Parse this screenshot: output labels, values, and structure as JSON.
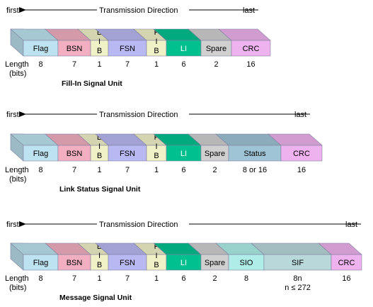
{
  "direction_label": "Transmission Direction",
  "first_label": "first",
  "last_label": "last",
  "length_label": "Length",
  "bits_label": "(bits)",
  "colors": {
    "flag": "#BDE3F0",
    "bsn": "#F2AFC1",
    "bib": "#F1F1C8",
    "fsn": "#B8B8F2",
    "fib": "#F1F1C8",
    "li": "#00C08F",
    "spare": "#D0D0D0",
    "status": "#9FC4D6",
    "sio": "#AEEDE8",
    "sif": "#B9D8DA",
    "crc": "#EEB2EE",
    "border": "#8080A0"
  },
  "units": [
    {
      "caption": "Fill-In Signal Unit",
      "fields": [
        {
          "key": "flag",
          "label": "Flag",
          "length": "8"
        },
        {
          "key": "bsn",
          "label": "BSN",
          "length": "7"
        },
        {
          "key": "bib",
          "label": "B I B",
          "length": "1"
        },
        {
          "key": "fsn",
          "label": "FSN",
          "length": "7"
        },
        {
          "key": "fib",
          "label": "F I B",
          "length": "1"
        },
        {
          "key": "li",
          "label": "LI",
          "length": "6"
        },
        {
          "key": "spare",
          "label": "Spare",
          "length": "2"
        },
        {
          "key": "crc",
          "label": "CRC",
          "length": "16"
        }
      ]
    },
    {
      "caption": "Link Status Signal Unit",
      "fields": [
        {
          "key": "flag",
          "label": "Flag",
          "length": "8"
        },
        {
          "key": "bsn",
          "label": "BSN",
          "length": "7"
        },
        {
          "key": "bib",
          "label": "B I B",
          "length": "1"
        },
        {
          "key": "fsn",
          "label": "FSN",
          "length": "7"
        },
        {
          "key": "fib",
          "label": "F I B",
          "length": "1"
        },
        {
          "key": "li",
          "label": "LI",
          "length": "6"
        },
        {
          "key": "spare",
          "label": "Spare",
          "length": "2"
        },
        {
          "key": "status",
          "label": "Status",
          "length": "8 or 16"
        },
        {
          "key": "crc",
          "label": "CRC",
          "length": "16"
        }
      ]
    },
    {
      "caption": "Message Signal Unit",
      "fields": [
        {
          "key": "flag",
          "label": "Flag",
          "length": "8"
        },
        {
          "key": "bsn",
          "label": "BSN",
          "length": "7"
        },
        {
          "key": "bib",
          "label": "B I B",
          "length": "1"
        },
        {
          "key": "fsn",
          "label": "FSN",
          "length": "7"
        },
        {
          "key": "fib",
          "label": "F I B",
          "length": "1"
        },
        {
          "key": "li",
          "label": "LI",
          "length": "6"
        },
        {
          "key": "spare",
          "label": "Spare",
          "length": "2"
        },
        {
          "key": "sio",
          "label": "SIO",
          "length": "8"
        },
        {
          "key": "sif",
          "label": "SIF",
          "length": "8n",
          "length_note": "n ≤ 272"
        },
        {
          "key": "crc",
          "label": "CRC",
          "length": "16"
        }
      ]
    }
  ]
}
